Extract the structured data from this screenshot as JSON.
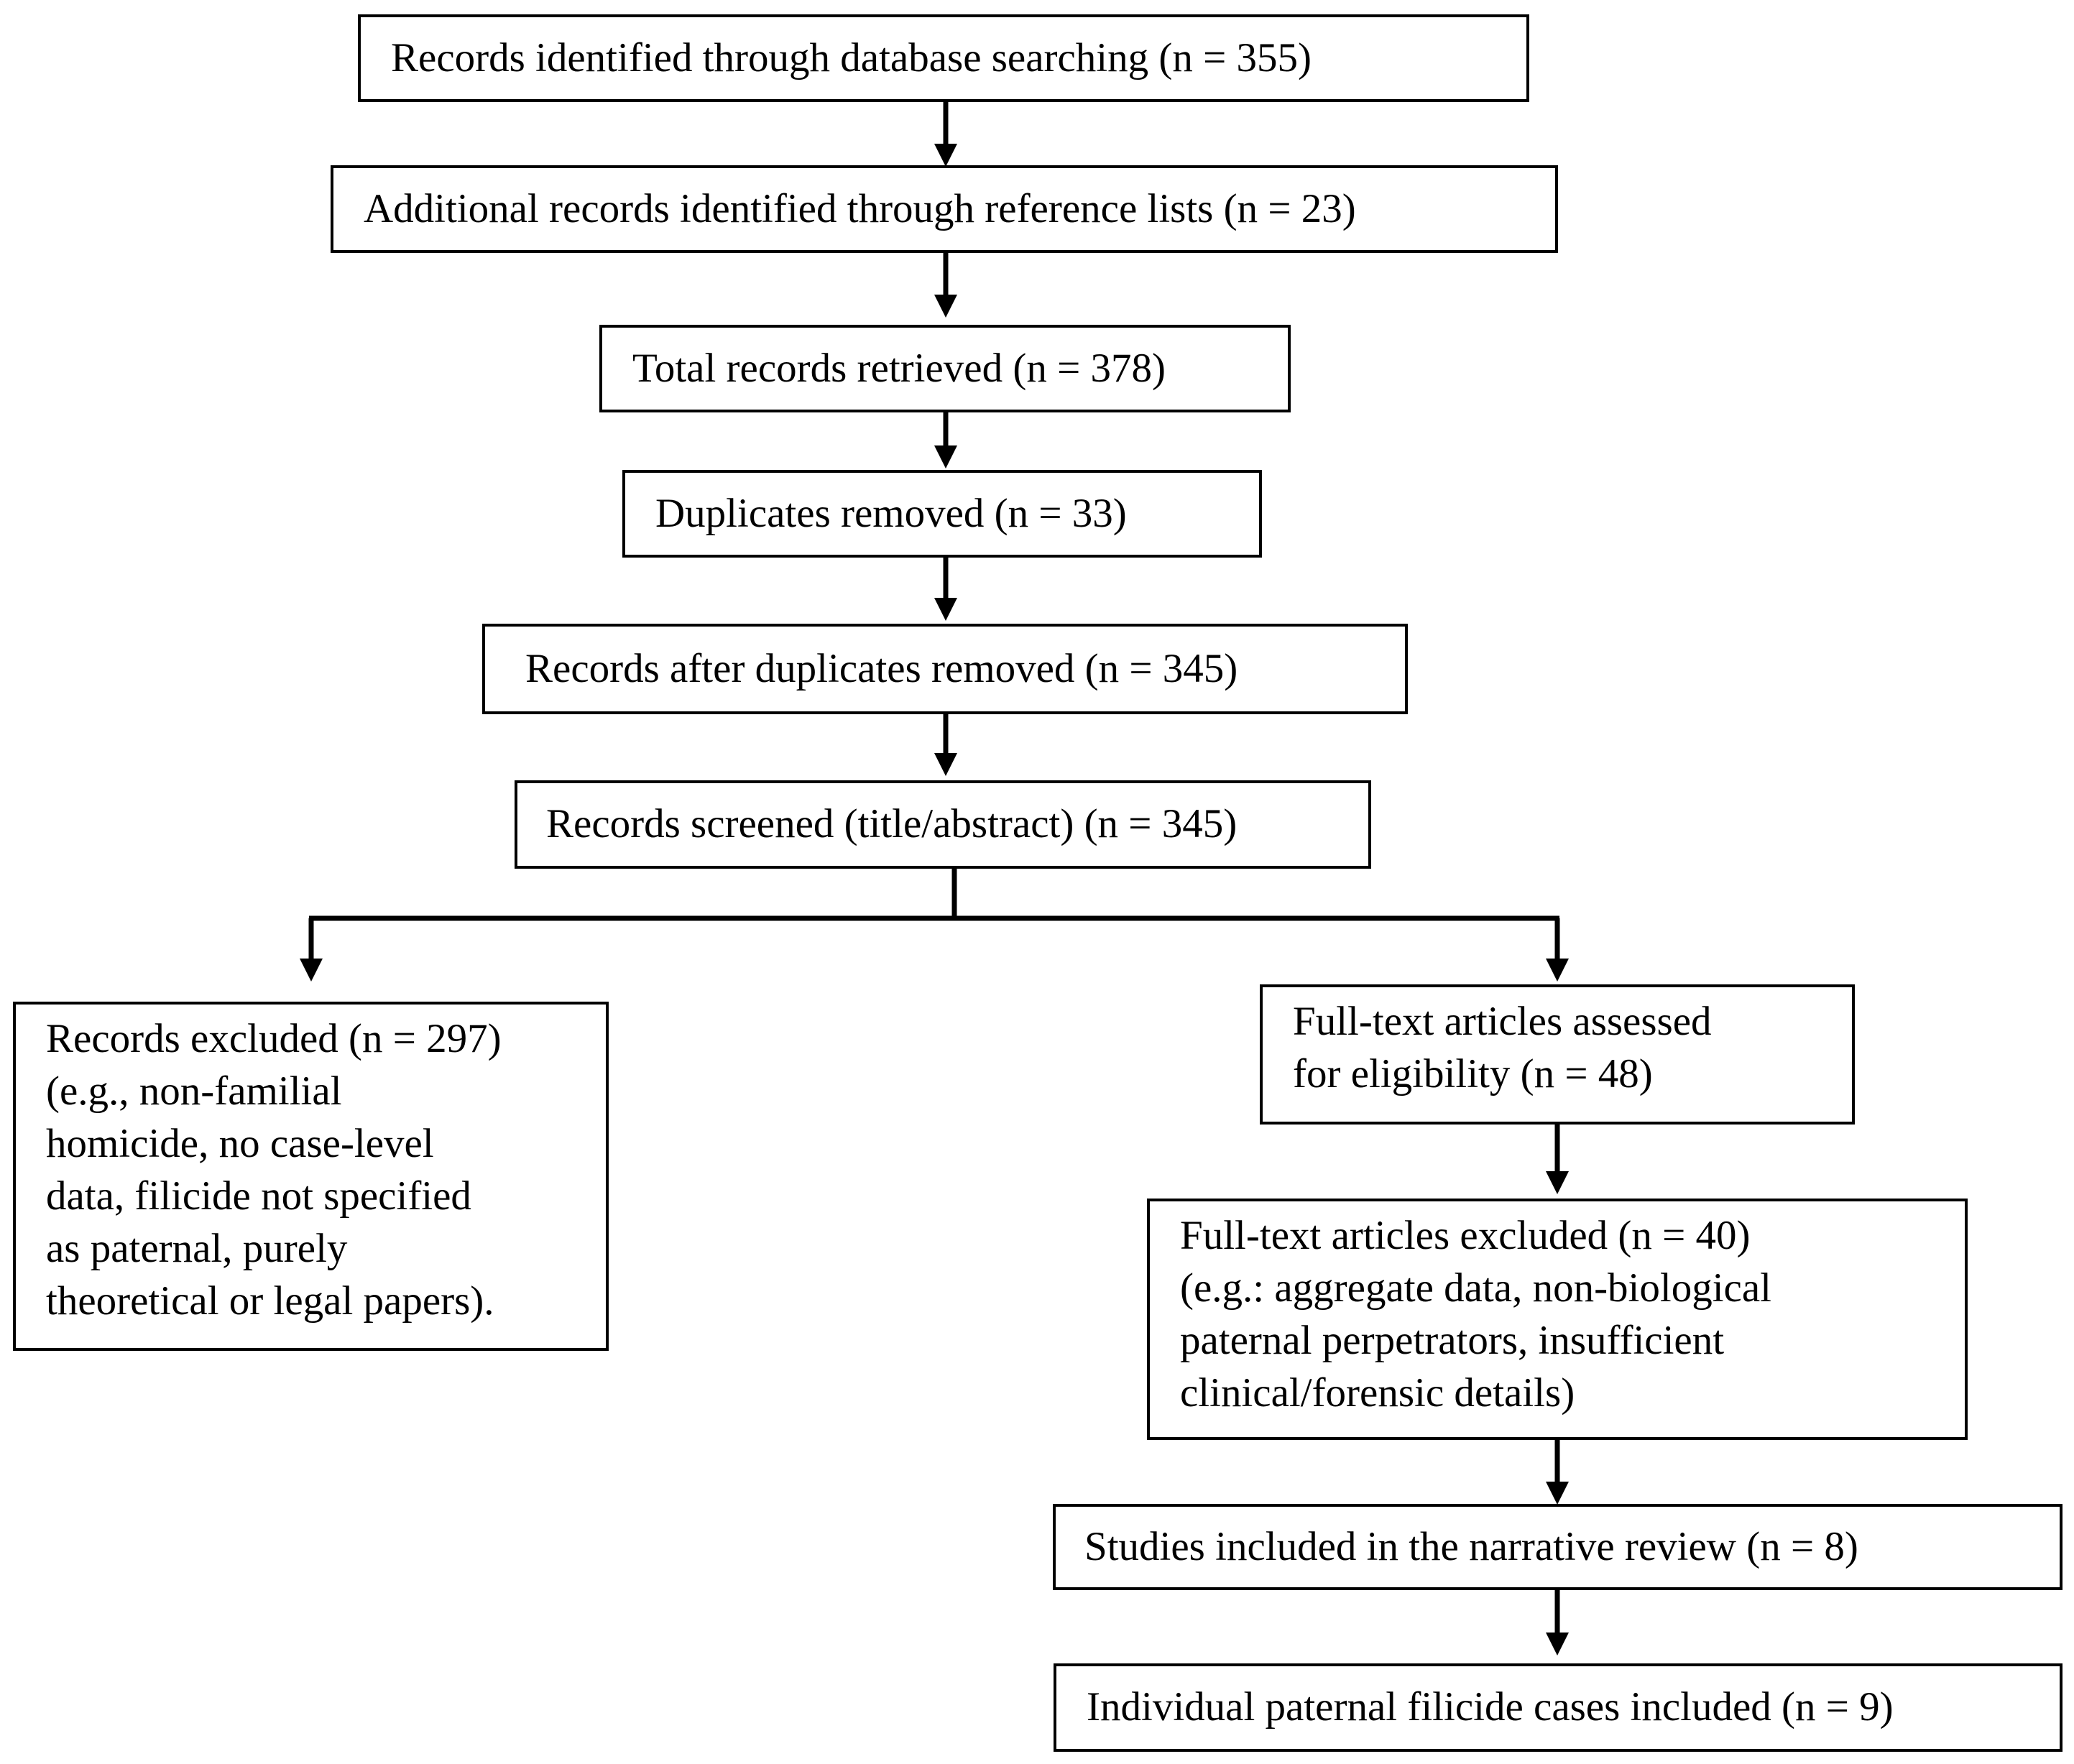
{
  "flowchart": {
    "boxes": [
      {
        "id": "identified",
        "lines": [
          "Records identified through database searching (n = 355)"
        ]
      },
      {
        "id": "additional",
        "lines": [
          "Additional records identified through reference lists (n = 23)"
        ]
      },
      {
        "id": "total",
        "lines": [
          "Total records retrieved (n = 378)"
        ]
      },
      {
        "id": "duplicates",
        "lines": [
          "Duplicates removed (n = 33)"
        ]
      },
      {
        "id": "after-duplicates",
        "lines": [
          "Records after duplicates removed (n = 345)"
        ]
      },
      {
        "id": "screened",
        "lines": [
          "Records screened (title/abstract) (n = 345)"
        ]
      },
      {
        "id": "excluded",
        "lines": [
          "Records excluded (n = 297)",
          "(e.g., non-familial",
          "homicide, no case-level",
          "data, filicide not specified",
          "as paternal, purely",
          "theoretical or legal papers)."
        ]
      },
      {
        "id": "full-text-assessed",
        "lines": [
          "Full-text articles assessed",
          "for eligibility (n = 48)"
        ]
      },
      {
        "id": "full-text-excluded",
        "lines": [
          "Full-text articles excluded (n = 40)",
          "(e.g.:  aggregate data, non-biological",
          "paternal perpetrators, insufficient",
          "clinical/forensic details)"
        ]
      },
      {
        "id": "studies-included",
        "lines": [
          "Studies included in the narrative review (n = 8)"
        ]
      },
      {
        "id": "cases-included",
        "lines": [
          "Individual paternal filicide cases included (n = 9)"
        ]
      }
    ],
    "edges": [
      [
        "identified",
        "additional"
      ],
      [
        "additional",
        "total"
      ],
      [
        "total",
        "duplicates"
      ],
      [
        "duplicates",
        "after-duplicates"
      ],
      [
        "after-duplicates",
        "screened"
      ],
      [
        "screened",
        "excluded"
      ],
      [
        "screened",
        "full-text-assessed"
      ],
      [
        "full-text-assessed",
        "full-text-excluded"
      ],
      [
        "full-text-excluded",
        "studies-included"
      ],
      [
        "studies-included",
        "cases-included"
      ]
    ]
  }
}
